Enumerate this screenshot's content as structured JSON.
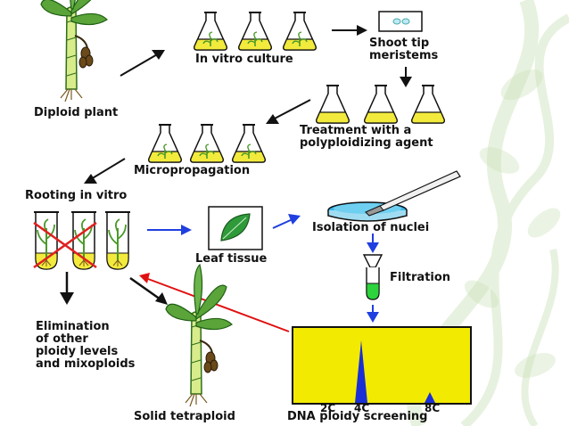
{
  "diagram": {
    "steps": {
      "diploid_plant": "Diploid plant",
      "in_vitro_culture": "In vitro culture",
      "shoot_tip_line1": "Shoot tip",
      "shoot_tip_line2": "meristems",
      "treatment_line1": "Treatment with a",
      "treatment_line2": "polyploidizing agent",
      "micropropagation": "Micropropagation",
      "rooting": "Rooting in vitro",
      "leaf_tissue": "Leaf tissue",
      "isolation": "Isolation of nuclei",
      "filtration": "Filtration",
      "elimination_line1": "Elimination",
      "elimination_line2": "of other",
      "elimination_line3": "ploidy levels",
      "elimination_line4": "and mixoploids",
      "solid_tetraploid": "Solid tetraploid",
      "dna_screening": "DNA ploidy screening"
    },
    "histogram_peaks": [
      "2C",
      "4C",
      "8C"
    ]
  },
  "colors": {
    "flask_liquid": "#f2ea3c",
    "histogram_bg": "#f2ea00",
    "peak": "#1a2fd6",
    "blue_arrow": "#1f3fe0",
    "red_arrow": "#e01010",
    "red_cross": "#e02020",
    "plant_green": "#4a9a2a",
    "leaf_green": "#2f9a3a",
    "filtrate_green": "#2cd33c",
    "petri_blue": "#39b7e8"
  }
}
